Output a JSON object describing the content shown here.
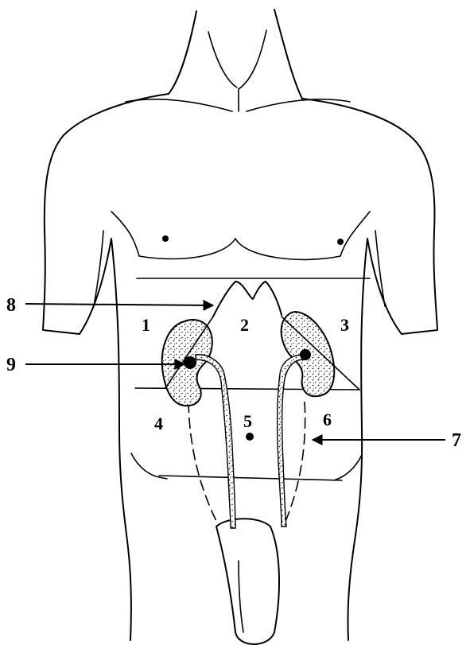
{
  "diagram": {
    "regions": [
      "1",
      "2",
      "3",
      "4",
      "5",
      "6"
    ],
    "pointers": [
      "7",
      "8",
      "9"
    ]
  },
  "colors": {
    "ink": "#000000",
    "paper": "#ffffff",
    "stipple": "#1a1a1a"
  }
}
